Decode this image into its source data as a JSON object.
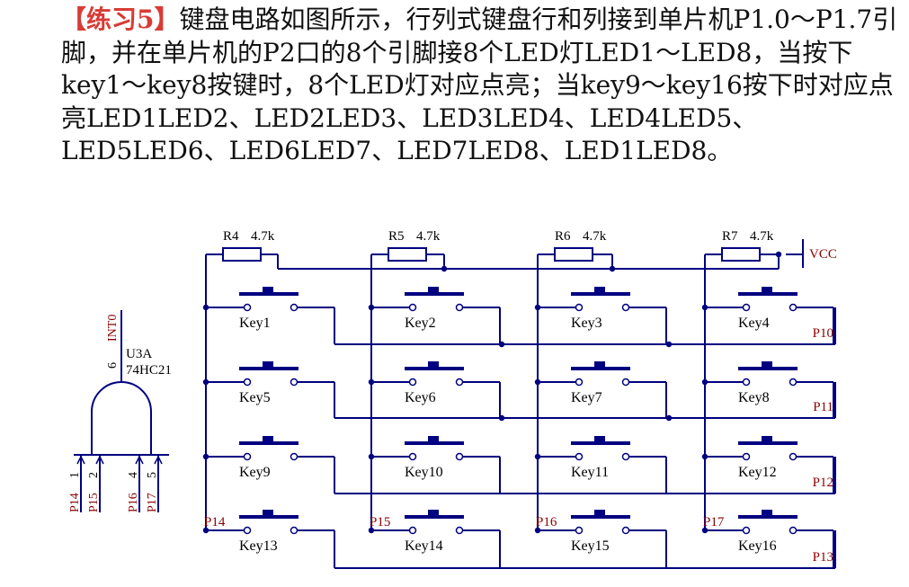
{
  "problem": {
    "tag": "【练习5】",
    "text": "键盘电路如图所示，行列式键盘行和列接到单片机P1.0～P1.7引脚，并在单片机的P2口的8个引脚接8个LED灯LED1～LED8，当按下key1～key8按键时，8个LED灯对应点亮；当key9～key16按下时对应点亮LED1LED2、LED2LED3、LED3LED4、LED4LED5、LED5LED6、LED6LED7、LED7LED8、LED1LED8。"
  },
  "circuit": {
    "resistors": [
      {
        "ref": "R4",
        "value": "4.7k"
      },
      {
        "ref": "R5",
        "value": "4.7k"
      },
      {
        "ref": "R6",
        "value": "4.7k"
      },
      {
        "ref": "R7",
        "value": "4.7k"
      }
    ],
    "supply": "VCC",
    "keys": [
      "Key1",
      "Key2",
      "Key3",
      "Key4",
      "Key5",
      "Key6",
      "Key7",
      "Key8",
      "Key9",
      "Key10",
      "Key11",
      "Key12",
      "Key13",
      "Key14",
      "Key15",
      "Key16"
    ],
    "row_ports": [
      "P10",
      "P11",
      "P12",
      "P13"
    ],
    "col_ports": [
      "P14",
      "P15",
      "P16",
      "P17"
    ],
    "gate": {
      "name": "U3A",
      "part": "74HC21",
      "output_pin": "6",
      "output_net": "INT0",
      "inputs": [
        {
          "pin": "1",
          "net": "P14"
        },
        {
          "pin": "2",
          "net": "P15"
        },
        {
          "pin": "4",
          "net": "P16"
        },
        {
          "pin": "5",
          "net": "P17"
        }
      ]
    },
    "colors": {
      "wire": "#000080",
      "label": "#000000",
      "port": "#8b0000",
      "accent": "#d93b35"
    }
  }
}
